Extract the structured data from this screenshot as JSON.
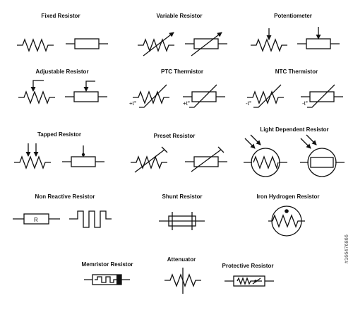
{
  "labels": {
    "fixed": "Fixed Resistor",
    "variable": "Variable Resistor",
    "potentiometer": "Potentiometer",
    "adjustable": "Adjustable Resistor",
    "ptc": "PTC Thermistor",
    "ntc": "NTC Thermistor",
    "tapped": "Tapped Resistor",
    "preset": "Preset Resistor",
    "ldr": "Light Dependent Resistor",
    "non_reactive": "Non Reactive Resistor",
    "shunt": "Shunt Resistor",
    "iron_hydrogen": "Iron Hydrogen Resistor",
    "memristor": "Memristor Resistor",
    "attenuator": "Attenuator",
    "protective": "Protective Resistor"
  },
  "symbol_text": {
    "ptc_mark": "+t°",
    "ntc_mark": "-t°",
    "non_reactive_mark": "R"
  },
  "stock_id": "#166476866"
}
